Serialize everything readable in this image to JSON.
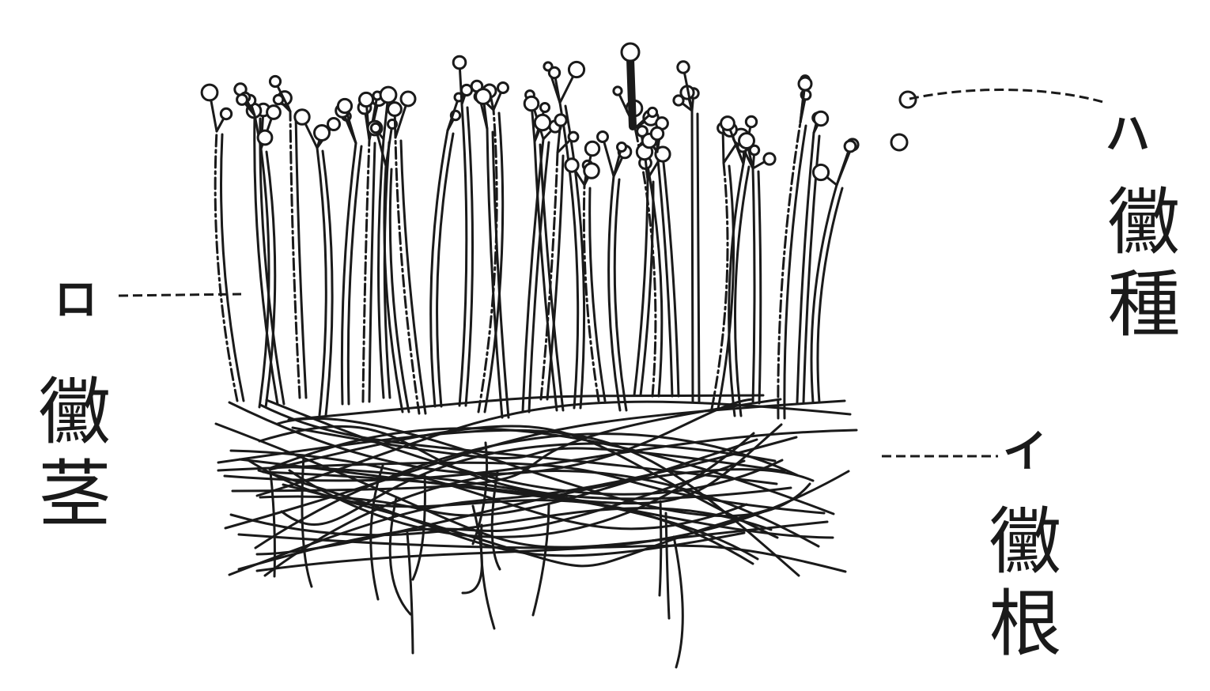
{
  "labels": {
    "spores": {
      "marker": "ハ",
      "name": "黴種"
    },
    "stems": {
      "marker": "ロ",
      "name": "黴茎"
    },
    "roots": {
      "marker": "イ",
      "name": "黴根"
    }
  }
}
